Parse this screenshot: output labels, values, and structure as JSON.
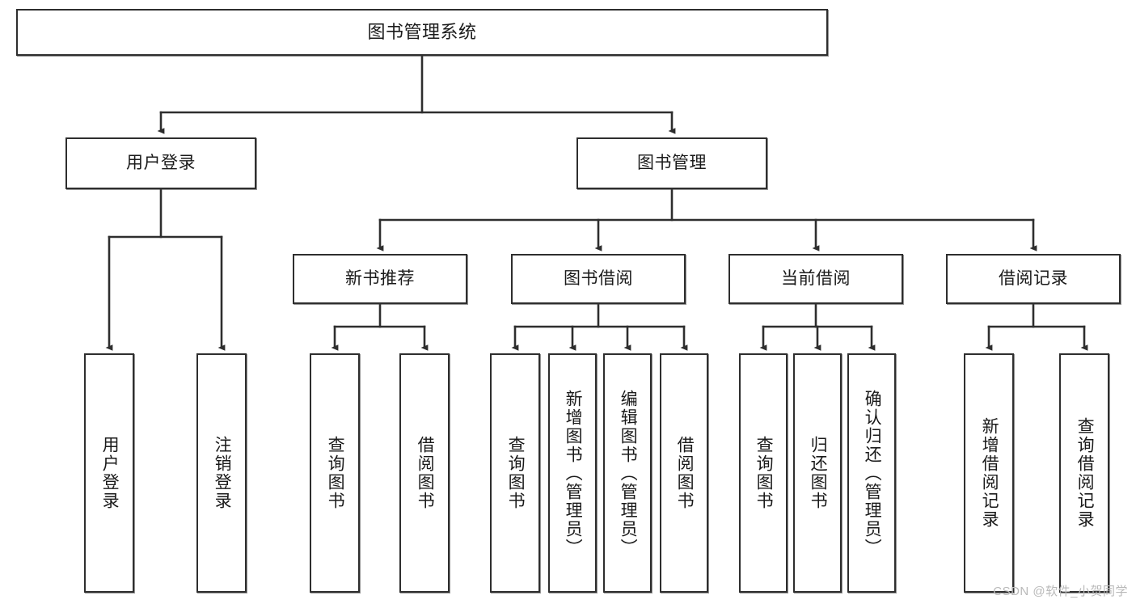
{
  "diagram": {
    "title": "图书管理系统",
    "type": "tree-hierarchy-chart",
    "root": {
      "label": "图书管理系统"
    },
    "level1": [
      {
        "label": "用户登录"
      },
      {
        "label": "图书管理"
      }
    ],
    "level2": [
      {
        "label": "新书推荐"
      },
      {
        "label": "图书借阅"
      },
      {
        "label": "当前借阅"
      },
      {
        "label": "借阅记录"
      }
    ],
    "leaves": {
      "user_login": [
        {
          "label": "用户登录"
        },
        {
          "label": "注销登录"
        }
      ],
      "new_book_recommend": [
        {
          "label": "查询图书"
        },
        {
          "label": "借阅图书"
        }
      ],
      "book_borrow": [
        {
          "label": "查询图书"
        },
        {
          "label": "新增图书（管理员）"
        },
        {
          "label": "编辑图书（管理员）"
        },
        {
          "label": "借阅图书"
        }
      ],
      "current_borrow": [
        {
          "label": "查询图书"
        },
        {
          "label": "归还图书"
        },
        {
          "label": "确认归还（管理员）"
        }
      ],
      "borrow_record": [
        {
          "label": "新增借阅记录"
        },
        {
          "label": "查询借阅记录"
        }
      ]
    }
  },
  "watermark": {
    "text": "CSDN @软件_小贺同学"
  },
  "colors": {
    "stroke": "#2e2e2e",
    "fill": "#ffffff",
    "text": "#1a1a1a",
    "watermark": "#b9b9b9"
  }
}
